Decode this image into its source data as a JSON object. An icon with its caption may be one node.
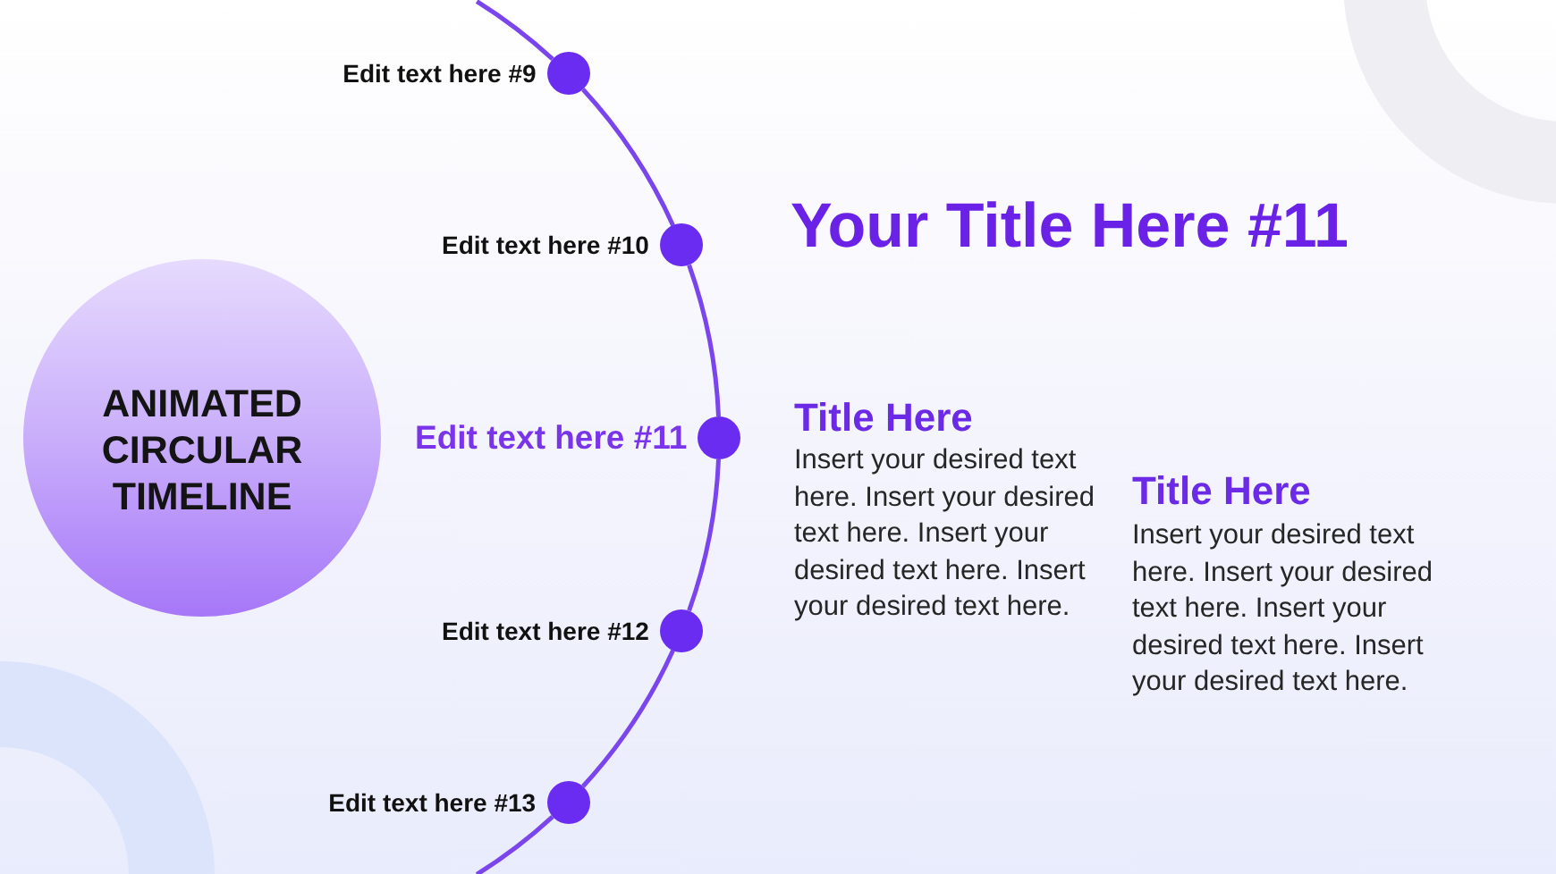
{
  "diagram": {
    "title": "Your Title Here #11",
    "nodes": [
      {
        "text": [
          "ANIMATED CIRCULAR TIMELINE"
        ]
      },
      {
        "text": [],
        "shape": "circle",
        "beside": [
          "Edit text here #9"
        ]
      },
      {
        "text": [],
        "shape": "circle",
        "beside": [
          "Edit text here #10"
        ]
      },
      {
        "text": [],
        "shape": "circle",
        "beside": [
          "Edit text here #11"
        ]
      },
      {
        "text": [],
        "shape": "circle",
        "beside": [
          "Edit text here #12"
        ]
      },
      {
        "text": [],
        "shape": "circle",
        "beside": [
          "Edit text here #13"
        ]
      }
    ],
    "edges": [
      {
        "from": null,
        "to": 1,
        "arrow": "none"
      },
      {
        "from": 1,
        "to": 2,
        "arrow": "none"
      },
      {
        "from": 2,
        "to": 3,
        "arrow": "none"
      },
      {
        "from": 3,
        "to": 4,
        "arrow": "none"
      },
      {
        "from": 4,
        "to": 5,
        "arrow": "none"
      },
      {
        "from": 5,
        "to": null,
        "arrow": "none"
      }
    ],
    "labels": [
      "Title Here",
      "Insert your desired text here. Insert your desired text here. Insert your desired text here. Insert your desired text here.",
      "Title Here",
      "Insert your desired text here. Insert your desired text here. Insert your desired text here. Insert your desired text here."
    ]
  }
}
